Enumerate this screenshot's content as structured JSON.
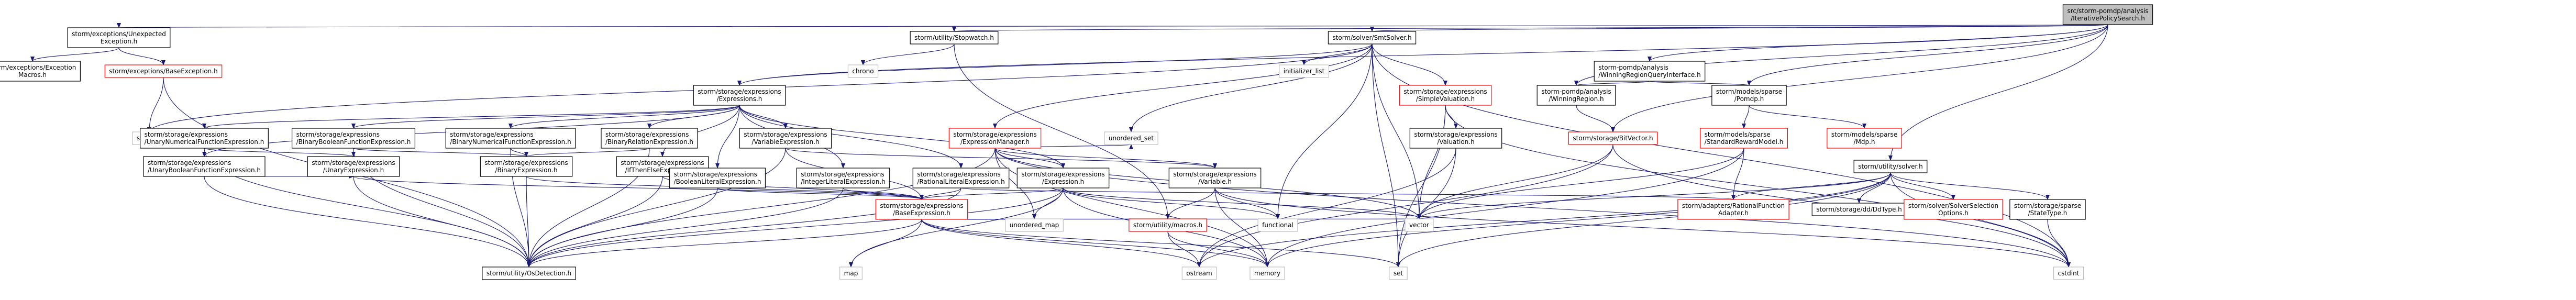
{
  "nodes": [
    {
      "id": "root",
      "label": [
        "src/storm-pomdp/analysis",
        "/IterativePolicySearch.h"
      ],
      "style": "root"
    },
    {
      "id": "unexpected",
      "label": [
        "storm/exceptions/Unexpected",
        "Exception.h"
      ],
      "style": "white"
    },
    {
      "id": "stopwatch",
      "label": [
        "storm/utility/Stopwatch.h"
      ],
      "style": "white"
    },
    {
      "id": "smtsolver",
      "label": [
        "storm/solver/SmtSolver.h"
      ],
      "style": "white"
    },
    {
      "id": "winqueryiface",
      "label": [
        "storm-pomdp/analysis",
        "/WinningRegionQueryInterface.h"
      ],
      "style": "white"
    },
    {
      "id": "solver",
      "label": [
        "storm/utility/solver.h"
      ],
      "style": "white"
    },
    {
      "id": "exmacros",
      "label": [
        "storm/exceptions/Exception",
        "Macros.h"
      ],
      "style": "white"
    },
    {
      "id": "baseexc",
      "label": [
        "storm/exceptions/BaseException.h"
      ],
      "style": "red"
    },
    {
      "id": "chrono",
      "label": [
        "chrono"
      ],
      "style": "ext"
    },
    {
      "id": "expressions",
      "label": [
        "storm/storage/expressions",
        "/Expressions.h"
      ],
      "style": "white"
    },
    {
      "id": "initlist",
      "label": [
        "initializer_list"
      ],
      "style": "ext"
    },
    {
      "id": "simplevaluation",
      "label": [
        "storm/storage/expressions",
        "/SimpleValuation.h"
      ],
      "style": "red"
    },
    {
      "id": "winregion",
      "label": [
        "storm-pomdp/analysis",
        "/WinningRegion.h"
      ],
      "style": "white"
    },
    {
      "id": "pomdp",
      "label": [
        "storm/models/sparse",
        "/Pomdp.h"
      ],
      "style": "white"
    },
    {
      "id": "sstream",
      "label": [
        "sstream"
      ],
      "style": "ext"
    },
    {
      "id": "unaryNumFun",
      "label": [
        "storm/storage/expressions",
        "/UnaryNumericalFunctionExpression.h"
      ],
      "style": "white"
    },
    {
      "id": "binBoolFun",
      "label": [
        "storm/storage/expressions",
        "/BinaryBooleanFunctionExpression.h"
      ],
      "style": "white"
    },
    {
      "id": "binNumFun",
      "label": [
        "storm/storage/expressions",
        "/BinaryNumericalFunctionExpression.h"
      ],
      "style": "white"
    },
    {
      "id": "binRel",
      "label": [
        "storm/storage/expressions",
        "/BinaryRelationExpression.h"
      ],
      "style": "white"
    },
    {
      "id": "varExpr",
      "label": [
        "storm/storage/expressions",
        "/VariableExpression.h"
      ],
      "style": "white"
    },
    {
      "id": "exprManager",
      "label": [
        "storm/storage/expressions",
        "/ExpressionManager.h"
      ],
      "style": "red"
    },
    {
      "id": "unaryBool",
      "label": [
        "storm/storage/expressions",
        "/UnaryBooleanFunctionExpression.h"
      ],
      "style": "white"
    },
    {
      "id": "unaryExpr",
      "label": [
        "storm/storage/expressions",
        "/UnaryExpression.h"
      ],
      "style": "white"
    },
    {
      "id": "binaryExpr",
      "label": [
        "storm/storage/expressions",
        "/BinaryExpression.h"
      ],
      "style": "white"
    },
    {
      "id": "ifThenElse",
      "label": [
        "storm/storage/expressions",
        "/IfThenElseExpression.h"
      ],
      "style": "white"
    },
    {
      "id": "boolLit",
      "label": [
        "storm/storage/expressions",
        "/BooleanLiteralExpression.h"
      ],
      "style": "white"
    },
    {
      "id": "intLit",
      "label": [
        "storm/storage/expressions",
        "/IntegerLiteralExpression.h"
      ],
      "style": "white"
    },
    {
      "id": "ratLit",
      "label": [
        "storm/storage/expressions",
        "/RationalLiteralExpression.h"
      ],
      "style": "white"
    },
    {
      "id": "expressionH",
      "label": [
        "storm/storage/expressions",
        "/Expression.h"
      ],
      "style": "white"
    },
    {
      "id": "variableH",
      "label": [
        "storm/storage/expressions",
        "/Variable.h"
      ],
      "style": "white"
    },
    {
      "id": "valuation",
      "label": [
        "storm/storage/expressions",
        "/Valuation.h"
      ],
      "style": "white"
    },
    {
      "id": "bitvector",
      "label": [
        "storm/storage/BitVector.h"
      ],
      "style": "red"
    },
    {
      "id": "stdReward",
      "label": [
        "storm/models/sparse",
        "/StandardRewardModel.h"
      ],
      "style": "red"
    },
    {
      "id": "mdp",
      "label": [
        "storm/models/sparse",
        "/Mdp.h"
      ],
      "style": "red"
    },
    {
      "id": "baseExpr",
      "label": [
        "storm/storage/expressions",
        "/BaseExpression.h"
      ],
      "style": "red"
    },
    {
      "id": "umap",
      "label": [
        "unordered_map"
      ],
      "style": "ext"
    },
    {
      "id": "uset",
      "label": [
        "unordered_set"
      ],
      "style": "ext"
    },
    {
      "id": "macros",
      "label": [
        "storm/utility/macros.h"
      ],
      "style": "red"
    },
    {
      "id": "functional",
      "label": [
        "functional"
      ],
      "style": "ext"
    },
    {
      "id": "vector",
      "label": [
        "vector"
      ],
      "style": "ext"
    },
    {
      "id": "ratfun",
      "label": [
        "storm/adapters/RationalFunction",
        "Adapter.h"
      ],
      "style": "red"
    },
    {
      "id": "dd",
      "label": [
        "storm/storage/dd/DdType.h"
      ],
      "style": "white"
    },
    {
      "id": "solverSel",
      "label": [
        "storm/solver/SolverSelection",
        "Options.h"
      ],
      "style": "red"
    },
    {
      "id": "stateType",
      "label": [
        "storm/storage/sparse",
        "/StateType.h"
      ],
      "style": "white"
    },
    {
      "id": "osdetect",
      "label": [
        "storm/utility/OsDetection.h"
      ],
      "style": "white"
    },
    {
      "id": "map",
      "label": [
        "map"
      ],
      "style": "ext"
    },
    {
      "id": "ostream",
      "label": [
        "ostream"
      ],
      "style": "ext"
    },
    {
      "id": "memory",
      "label": [
        "memory"
      ],
      "style": "ext"
    },
    {
      "id": "set",
      "label": [
        "set"
      ],
      "style": "ext"
    },
    {
      "id": "cstdint",
      "label": [
        "cstdint"
      ],
      "style": "ext"
    }
  ],
  "edges": [
    [
      "root",
      "unexpected"
    ],
    [
      "root",
      "stopwatch"
    ],
    [
      "root",
      "smtsolver"
    ],
    [
      "root",
      "winqueryiface"
    ],
    [
      "root",
      "solver"
    ],
    [
      "root",
      "expressions"
    ],
    [
      "root",
      "winregion"
    ],
    [
      "root",
      "pomdp"
    ],
    [
      "root",
      "bitvector"
    ],
    [
      "unexpected",
      "exmacros"
    ],
    [
      "unexpected",
      "baseexc"
    ],
    [
      "baseexc",
      "sstream"
    ],
    [
      "baseexc",
      "osdetect"
    ],
    [
      "stopwatch",
      "chrono"
    ],
    [
      "stopwatch",
      "macros"
    ],
    [
      "smtsolver",
      "expressions"
    ],
    [
      "smtsolver",
      "initlist"
    ],
    [
      "smtsolver",
      "simplevaluation"
    ],
    [
      "smtsolver",
      "exprManager"
    ],
    [
      "smtsolver",
      "uset"
    ],
    [
      "smtsolver",
      "functional"
    ],
    [
      "smtsolver",
      "vector"
    ],
    [
      "smtsolver",
      "set"
    ],
    [
      "smtsolver",
      "cstdint"
    ],
    [
      "smtsolver",
      "sstream"
    ],
    [
      "expressions",
      "unaryNumFun"
    ],
    [
      "expressions",
      "binBoolFun"
    ],
    [
      "expressions",
      "binNumFun"
    ],
    [
      "expressions",
      "binRel"
    ],
    [
      "expressions",
      "varExpr"
    ],
    [
      "expressions",
      "unaryBool"
    ],
    [
      "expressions",
      "ifThenElse"
    ],
    [
      "expressions",
      "boolLit"
    ],
    [
      "expressions",
      "intLit"
    ],
    [
      "expressions",
      "ratLit"
    ],
    [
      "expressions",
      "expressionH"
    ],
    [
      "unaryNumFun",
      "unaryExpr"
    ],
    [
      "unaryNumFun",
      "osdetect"
    ],
    [
      "binBoolFun",
      "binaryExpr"
    ],
    [
      "binBoolFun",
      "osdetect"
    ],
    [
      "binNumFun",
      "binaryExpr"
    ],
    [
      "binNumFun",
      "osdetect"
    ],
    [
      "binRel",
      "binaryExpr"
    ],
    [
      "binRel",
      "osdetect"
    ],
    [
      "varExpr",
      "baseExpr"
    ],
    [
      "varExpr",
      "variableH"
    ],
    [
      "varExpr",
      "osdetect"
    ],
    [
      "unaryBool",
      "unaryExpr"
    ],
    [
      "unaryBool",
      "osdetect"
    ],
    [
      "unaryExpr",
      "baseExpr"
    ],
    [
      "unaryExpr",
      "osdetect"
    ],
    [
      "binaryExpr",
      "baseExpr"
    ],
    [
      "binaryExpr",
      "osdetect"
    ],
    [
      "ifThenElse",
      "baseExpr"
    ],
    [
      "ifThenElse",
      "osdetect"
    ],
    [
      "boolLit",
      "baseExpr"
    ],
    [
      "boolLit",
      "osdetect"
    ],
    [
      "intLit",
      "baseExpr"
    ],
    [
      "intLit",
      "osdetect"
    ],
    [
      "ratLit",
      "baseExpr"
    ],
    [
      "ratLit",
      "ratfun"
    ],
    [
      "ratLit",
      "osdetect"
    ],
    [
      "expressionH",
      "baseExpr"
    ],
    [
      "expressionH",
      "umap"
    ],
    [
      "expressionH",
      "map"
    ],
    [
      "expressionH",
      "functional"
    ],
    [
      "expressionH",
      "vector"
    ],
    [
      "expressionH",
      "memory"
    ],
    [
      "expressionH",
      "osdetect"
    ],
    [
      "exprManager",
      "expressionH"
    ],
    [
      "exprManager",
      "variableH"
    ],
    [
      "exprManager",
      "umap"
    ],
    [
      "exprManager",
      "uset"
    ],
    [
      "exprManager",
      "vector"
    ],
    [
      "exprManager",
      "memory"
    ],
    [
      "exprManager",
      "osdetect"
    ],
    [
      "exprManager",
      "cstdint"
    ],
    [
      "simplevaluation",
      "valuation"
    ],
    [
      "simplevaluation",
      "vector"
    ],
    [
      "simplevaluation",
      "set"
    ],
    [
      "simplevaluation",
      "cstdint"
    ],
    [
      "valuation",
      "ostream"
    ],
    [
      "valuation",
      "set"
    ],
    [
      "variableH",
      "macros"
    ],
    [
      "variableH",
      "functional"
    ],
    [
      "variableH",
      "memory"
    ],
    [
      "variableH",
      "cstdint"
    ],
    [
      "baseExpr",
      "osdetect"
    ],
    [
      "baseExpr",
      "map"
    ],
    [
      "baseExpr",
      "ostream"
    ],
    [
      "baseExpr",
      "memory"
    ],
    [
      "baseExpr",
      "set"
    ],
    [
      "baseExpr",
      "macros"
    ],
    [
      "baseExpr",
      "vector"
    ],
    [
      "macros",
      "ostream"
    ],
    [
      "macros",
      "memory"
    ],
    [
      "winqueryiface",
      "winregion"
    ],
    [
      "winqueryiface",
      "pomdp"
    ],
    [
      "winregion",
      "bitvector"
    ],
    [
      "pomdp",
      "mdp"
    ],
    [
      "pomdp",
      "stdReward"
    ],
    [
      "bitvector",
      "vector"
    ],
    [
      "bitvector",
      "ostream"
    ],
    [
      "bitvector",
      "cstdint"
    ],
    [
      "stdReward",
      "vector"
    ],
    [
      "stdReward",
      "ratfun"
    ],
    [
      "stdReward",
      "memory"
    ],
    [
      "solver",
      "dd"
    ],
    [
      "solver",
      "solverSel"
    ],
    [
      "solver",
      "stateType"
    ],
    [
      "solver",
      "vector"
    ],
    [
      "solver",
      "memory"
    ],
    [
      "solver",
      "set"
    ],
    [
      "solver",
      "ratfun"
    ],
    [
      "solver",
      "cstdint"
    ],
    [
      "solver",
      "ostream"
    ],
    [
      "stateType",
      "cstdint"
    ]
  ]
}
